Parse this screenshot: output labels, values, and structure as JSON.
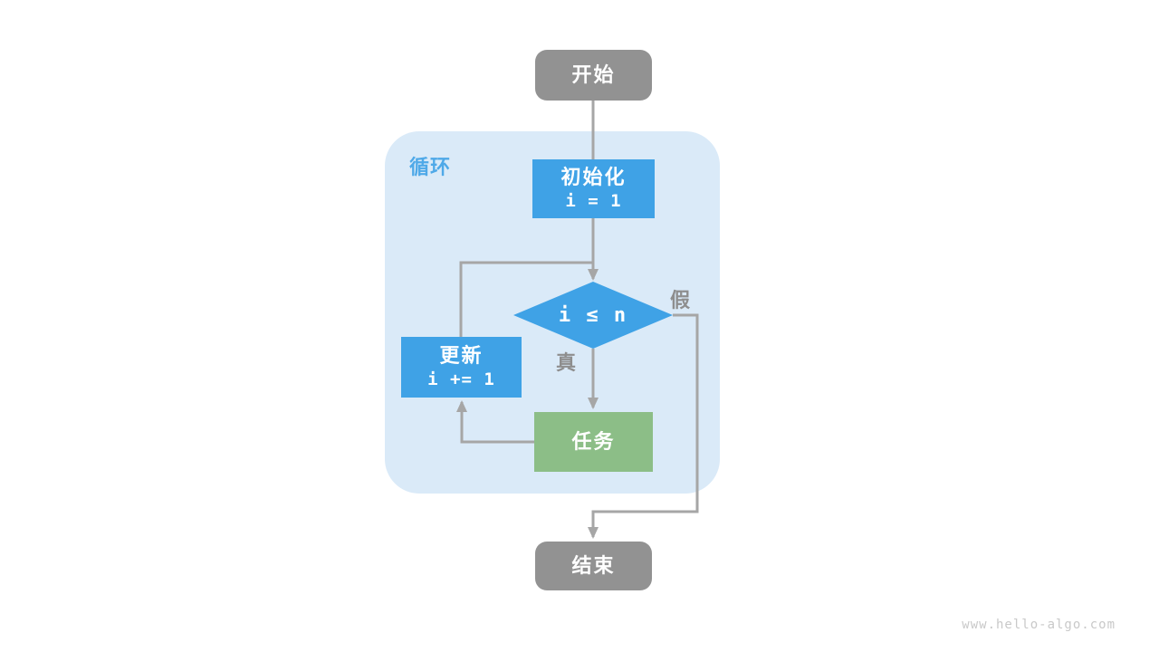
{
  "colors": {
    "node_blue": "#3FA2E6",
    "node_green": "#8CBE87",
    "node_gray": "#929292",
    "container_blue": "#DAEAF8",
    "loop_label_blue": "#4FA9E8",
    "line_gray": "#A6A6A6",
    "edge_label_gray": "#8E8E8E",
    "watermark_gray": "#C9C9C9"
  },
  "diagram": {
    "loop_container": {
      "label": "循环"
    },
    "nodes": {
      "start": {
        "label": "开始"
      },
      "init": {
        "label": "初始化",
        "code": "i = 1"
      },
      "condition": {
        "label": "i ≤ n"
      },
      "update": {
        "label": "更新",
        "code": "i += 1"
      },
      "task": {
        "label": "任务"
      },
      "end": {
        "label": "结束"
      }
    },
    "edge_labels": {
      "true_branch": "真",
      "false_branch": "假"
    }
  },
  "footer": {
    "watermark": "www.hello-algo.com"
  }
}
